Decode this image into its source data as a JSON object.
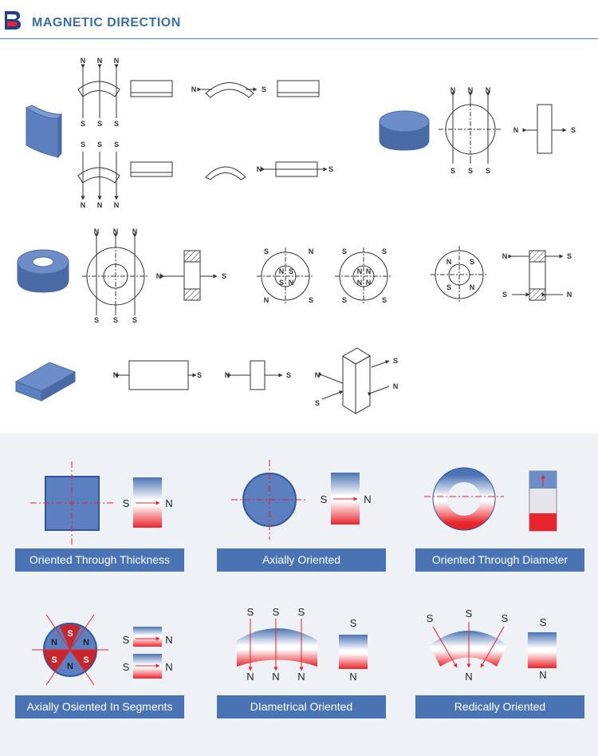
{
  "header": {
    "title": "MAGNETIC DIRECTION",
    "logo_letter": "B"
  },
  "poles": {
    "n": "N",
    "s": "S"
  },
  "captions": [
    "Oriented Through Thickness",
    "Axially Oriented",
    "Oriented Through Diameter",
    "Axially Osiented In Segments",
    "DIametrical Oriented",
    "Redically Oriented"
  ],
  "colors": {
    "accent": "#4a73b3",
    "magnet_blue": "#5b7fbf",
    "red": "#e8242c",
    "line": "#3a6fa6"
  }
}
